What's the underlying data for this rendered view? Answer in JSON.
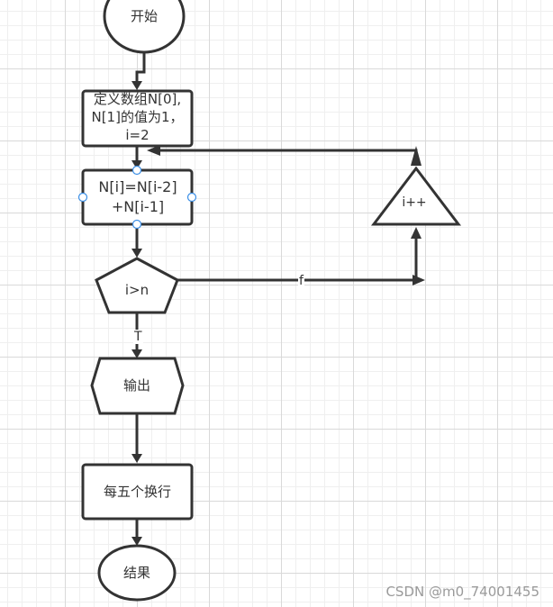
{
  "nodes": {
    "start": "开始",
    "define": "定义数组N[0],N[1]的值为1，i=2",
    "compute": "N[i]=N[i-2]+N[i-1]",
    "condition": "i>n",
    "increment": "i++",
    "output": "输出",
    "newline": "每五个换行",
    "end": "结果"
  },
  "edges": {
    "false_label": "f",
    "true_label": "T"
  },
  "watermark": "CSDN @m0_74001455"
}
